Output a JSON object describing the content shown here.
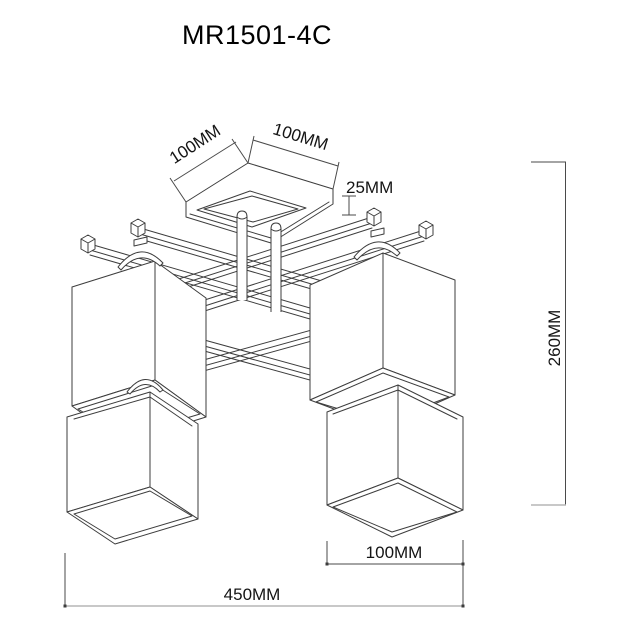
{
  "title": {
    "text": "MR1501-4C"
  },
  "dimensions": {
    "canopy_side_left": {
      "label": "100MM"
    },
    "canopy_side_right": {
      "label": "100MM"
    },
    "canopy_thickness": {
      "label": "25MM"
    },
    "fixture_height": {
      "label": "260MM"
    },
    "shade_width": {
      "label": "100MM"
    },
    "fixture_width": {
      "label": "450MM"
    }
  },
  "drawing": {
    "type": "isometric wireframe technical drawing",
    "colors": {
      "line": "#3d3d3d",
      "light_line": "#b5b5b5",
      "text": "#141414",
      "background": "#ffffff"
    }
  }
}
